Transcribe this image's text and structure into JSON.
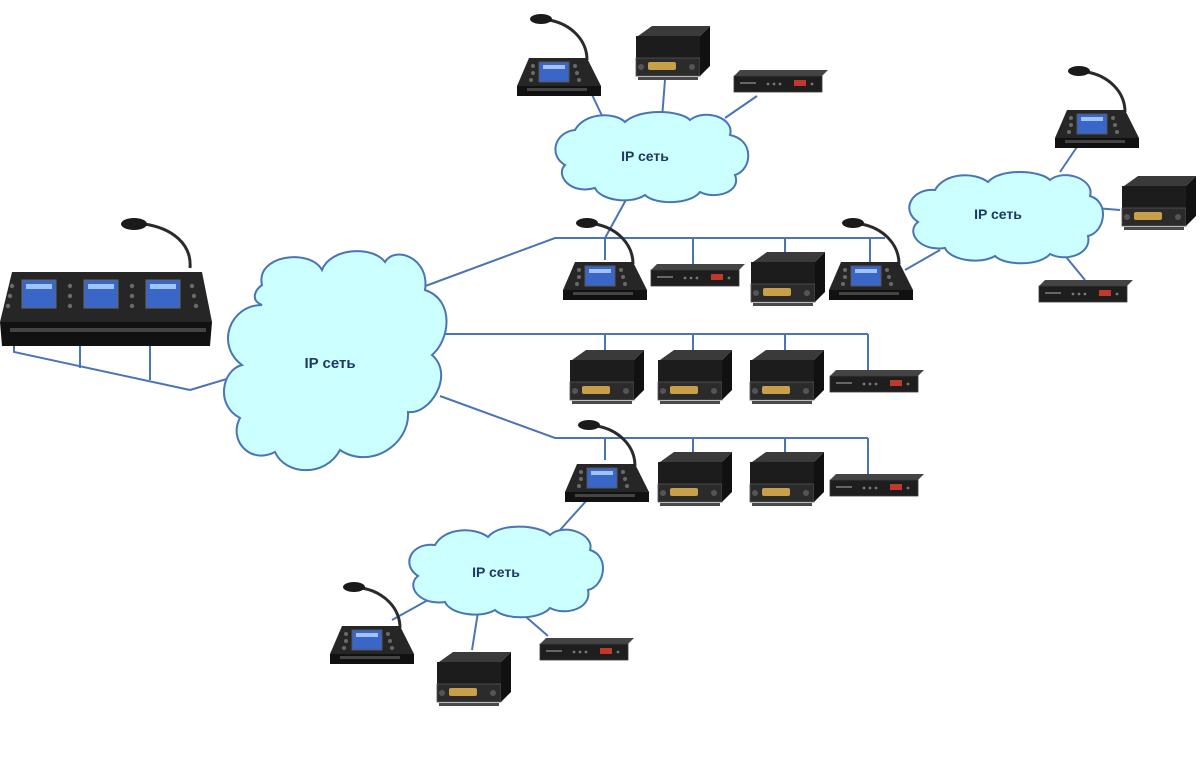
{
  "clouds": {
    "main": {
      "label": "IP сеть"
    },
    "top": {
      "label": "IP сеть"
    },
    "right": {
      "label": "IP сеть"
    },
    "bottom": {
      "label": "IP сеть"
    }
  },
  "colors": {
    "cloud_fill": "#ccffff",
    "cloud_stroke": "#4a74b4",
    "link": "#4a74b4",
    "device_body": "#1b1b1b",
    "device_screen": "#4f7fd9",
    "radio_display": "#c9a04a"
  },
  "icons": [
    "dispatcher-console-icon",
    "triple-dispatcher-console-icon",
    "radio-station-icon",
    "rack-gateway-icon",
    "ip-network-cloud-icon"
  ]
}
